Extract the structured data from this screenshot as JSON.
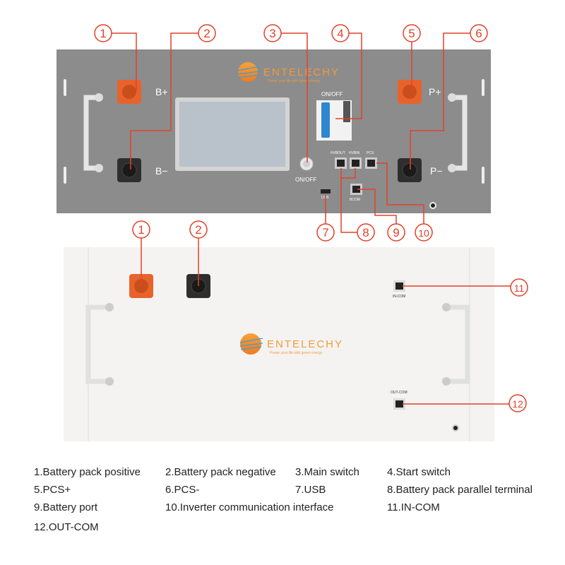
{
  "colors": {
    "accent": "#e2412a",
    "panel_front": "#8c8c8c",
    "panel_back": "#f4f3f1",
    "orange": "#e8622c"
  },
  "front": {
    "logo": {
      "name": "ENTELECHY",
      "tagline": "Power your life with green energy"
    },
    "labels": {
      "b_plus": "B+",
      "b_minus": "B−",
      "p_plus": "P+",
      "p_minus": "P−",
      "switch_top": "ON/OFF",
      "button": "ON/OFF",
      "hvbout": "HVBOUT",
      "hvbin": "HVBIN",
      "pcs": "PCS",
      "bcom": "BCOM",
      "usb": "USB"
    },
    "callouts": [
      "1",
      "2",
      "3",
      "4",
      "5",
      "6",
      "7",
      "8",
      "9",
      "10"
    ]
  },
  "back": {
    "logo": {
      "name": "ENTELECHY",
      "tagline": "Power your life with green energy"
    },
    "labels": {
      "in_com": "IN-COM",
      "out_com": "OUT-COM"
    },
    "callouts": [
      "1",
      "2",
      "11",
      "12"
    ]
  },
  "legend": [
    "1.Battery pack positive",
    "2.Battery pack negative",
    "3.Main switch",
    "4.Start switch",
    "5.PCS+",
    "6.PCS-",
    "7.USB",
    "8.Battery pack parallel terminal",
    "9.Battery port",
    "10.Inverter communication interface",
    "11.IN-COM",
    "12.OUT-COM"
  ]
}
